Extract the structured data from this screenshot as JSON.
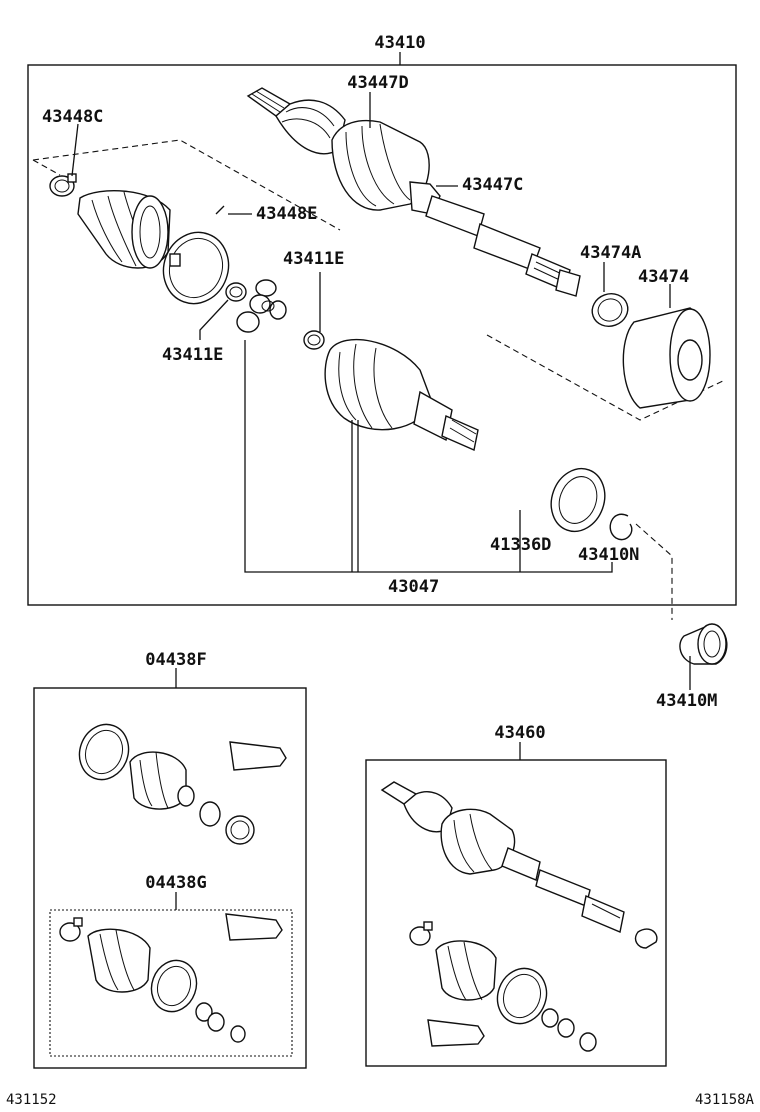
{
  "labels": {
    "l43410": "43410",
    "l43447D": "43447D",
    "l43448C": "43448C",
    "l43447C": "43447C",
    "l43448E": "43448E",
    "l43411E_top": "43411E",
    "l43474A": "43474A",
    "l43474": "43474",
    "l43411E_left": "43411E",
    "l41336D": "41336D",
    "l43410N": "43410N",
    "l43047": "43047",
    "l43410M": "43410M",
    "l04438F": "04438F",
    "l04438G": "04438G",
    "l43460": "43460"
  },
  "footer": {
    "left_code": "431152",
    "right_code": "431158A"
  }
}
